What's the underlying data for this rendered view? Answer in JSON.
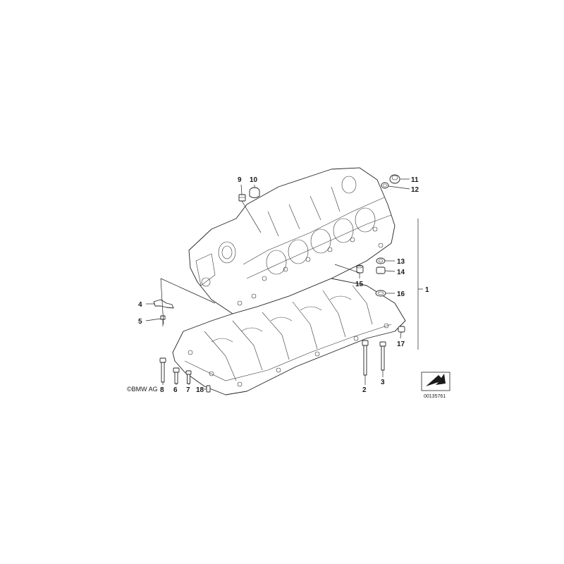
{
  "callouts": {
    "c1": "1",
    "c2": "2",
    "c3": "3",
    "c4": "4",
    "c5": "5",
    "c6": "6",
    "c7": "7",
    "c8": "8",
    "c9": "9",
    "c10": "10",
    "c11": "11",
    "c12": "12",
    "c13": "13",
    "c14": "14",
    "c15": "15",
    "c16": "16",
    "c17": "17",
    "c18": "18"
  },
  "copyright": "©BMW AG",
  "reference_number": "00135761",
  "colors": {
    "line": "#222222",
    "background": "#ffffff"
  }
}
